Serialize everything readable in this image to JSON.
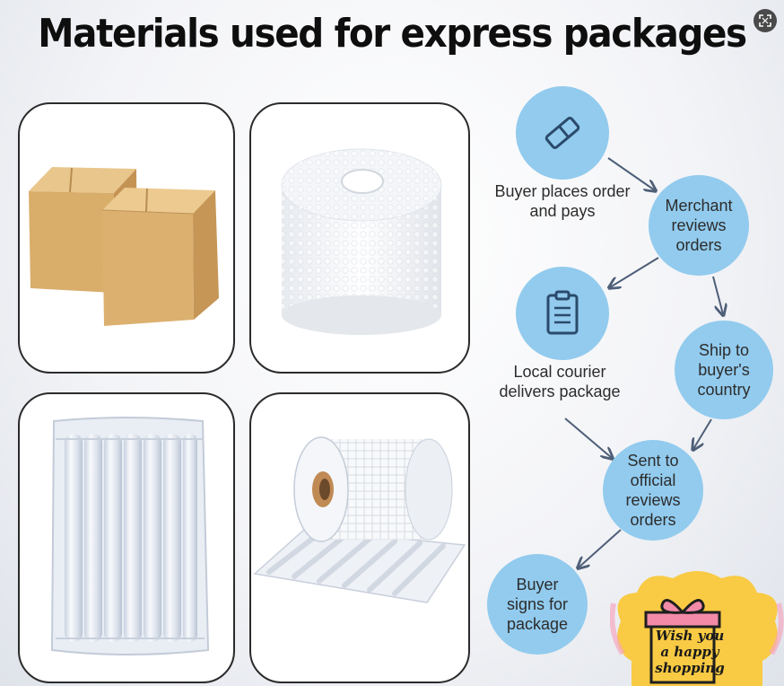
{
  "title": "Materials used for express packages",
  "materials": [
    "cardboard boxes",
    "bubble wrap roll",
    "air column bag",
    "air column film roll"
  ],
  "steps": {
    "s1": "Buyer places order and pays",
    "s2": "Merchant reviews orders",
    "s3": "Local courier delivers package",
    "s4": "Ship to buyer's country",
    "s5": "Sent to official reviews orders",
    "s6": "Buyer signs for package"
  },
  "badge": {
    "text": "Wish you a happy shopping"
  },
  "colors": {
    "circle": "#92cbee",
    "arrow": "#4e5f78",
    "badge": "#f7c542"
  },
  "icons": {
    "expand": "expand-icon",
    "order": "eraser-icon",
    "courier": "clipboard-icon",
    "gift": "gift-box-icon"
  }
}
